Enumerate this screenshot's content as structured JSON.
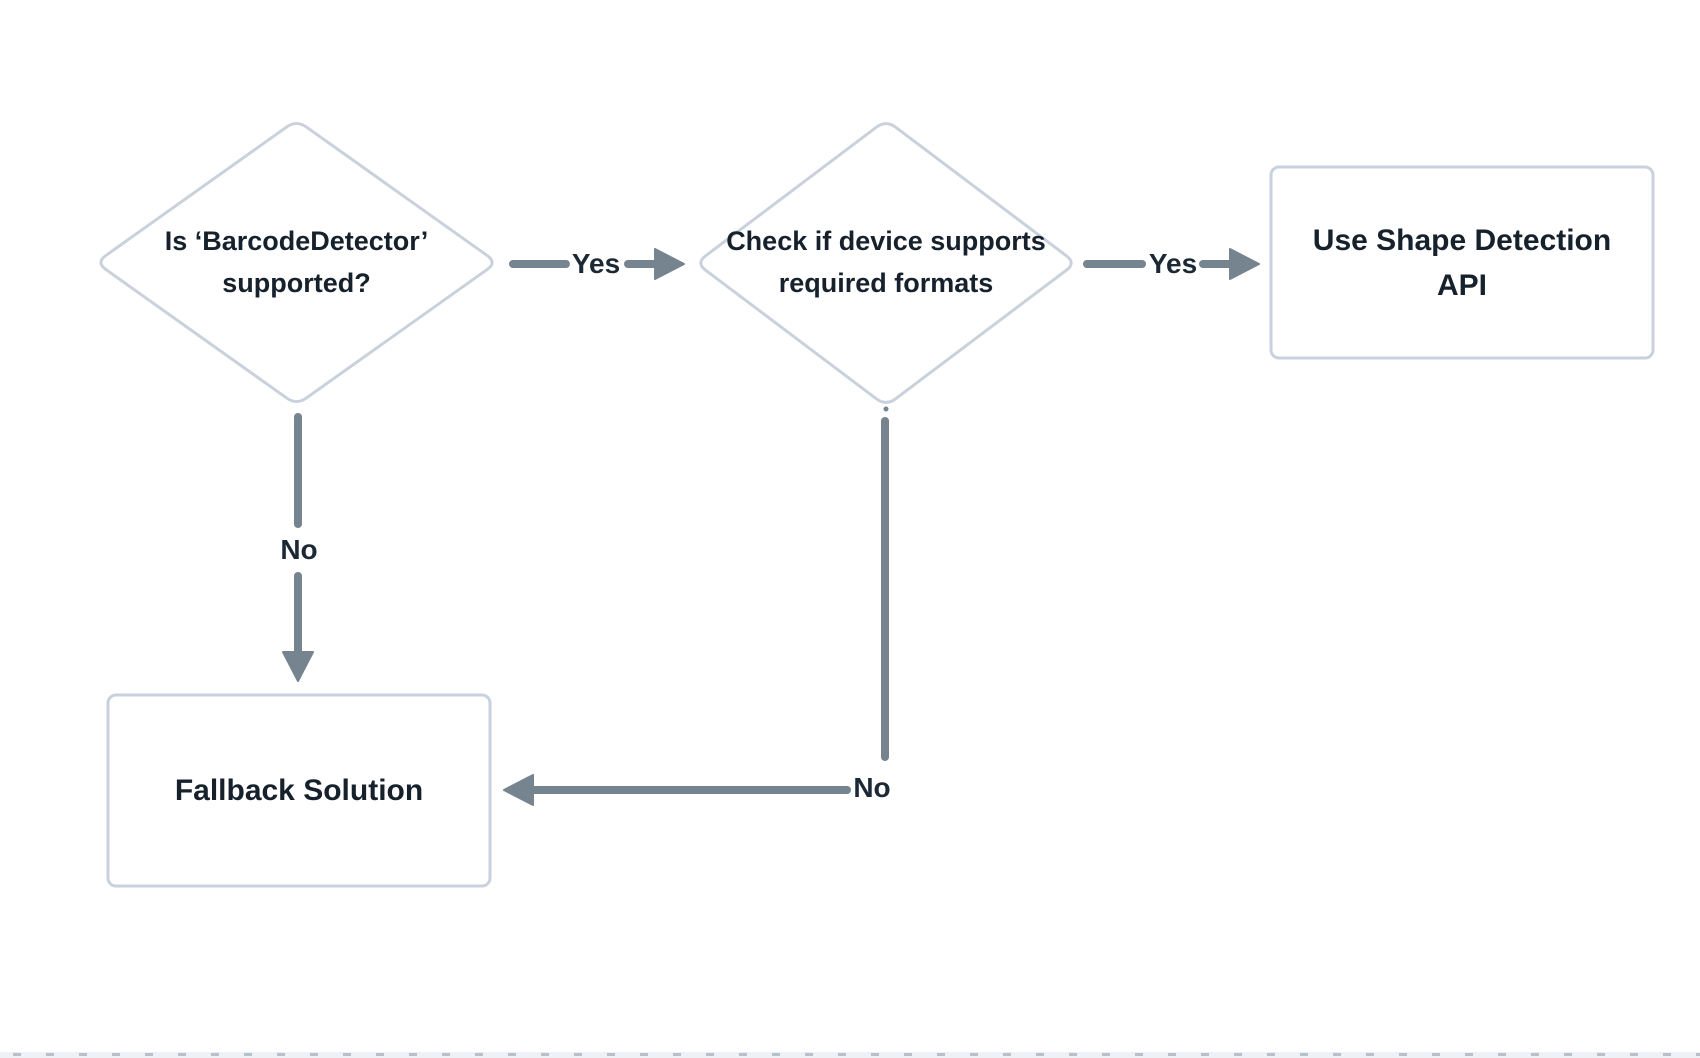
{
  "diagram": {
    "type": "flowchart",
    "nodes": {
      "check_support": {
        "label": "Is ‘BarcodeDetector’ supported?",
        "shape": "decision"
      },
      "check_formats": {
        "label": "Check if device supports required formats",
        "shape": "decision"
      },
      "use_api": {
        "label": "Use Shape Detection API",
        "shape": "process"
      },
      "fallback": {
        "label": "Fallback Solution",
        "shape": "process"
      }
    },
    "edges": [
      {
        "from": "check_support",
        "to": "check_formats",
        "label": "Yes"
      },
      {
        "from": "check_formats",
        "to": "use_api",
        "label": "Yes"
      },
      {
        "from": "check_support",
        "to": "fallback",
        "label": "No"
      },
      {
        "from": "check_formats",
        "to": "fallback",
        "label": "No"
      }
    ],
    "colors": {
      "node_border": "#c9d2dc",
      "node_fill": "#ffffff",
      "node_text": "#16212c",
      "edge": "#76848f",
      "edge_label": "#1c2834",
      "background": "#ffffff",
      "bottom_strip_bg": "#eef1f5",
      "bottom_strip_tick": "#b8c1cb"
    }
  }
}
